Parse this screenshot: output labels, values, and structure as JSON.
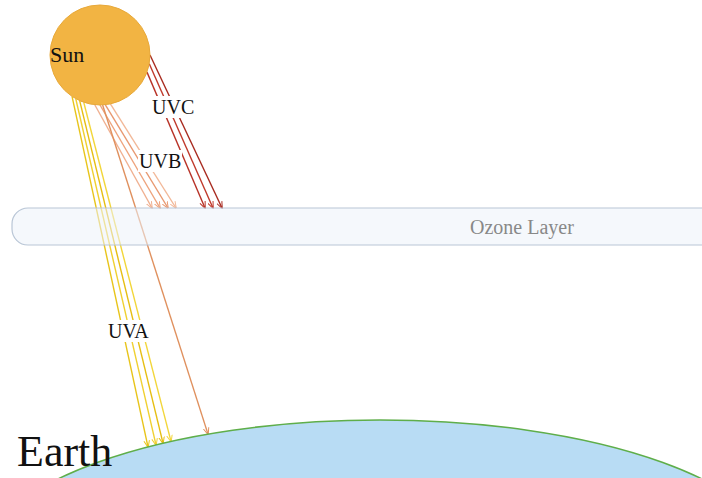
{
  "diagram": {
    "nodes": [
      {
        "text": [
          "Sun"
        ]
      },
      {
        "text": [
          "Ozone Layer"
        ]
      },
      {
        "text": [
          "Earth"
        ]
      }
    ],
    "edges": [
      {
        "from": 0,
        "to": 1,
        "arrow": "to"
      },
      {
        "from": 0,
        "to": 1,
        "arrow": "to"
      },
      {
        "from": 0,
        "to": 1,
        "arrow": "to"
      },
      {
        "from": 0,
        "to": 1,
        "arrow": "to"
      },
      {
        "from": 0,
        "to": 1,
        "arrow": "to"
      },
      {
        "from": 0,
        "to": 1,
        "arrow": "to"
      },
      {
        "from": 0,
        "to": 1,
        "arrow": "to"
      },
      {
        "from": 0,
        "to": 2,
        "arrow": "to"
      },
      {
        "from": 0,
        "to": 2,
        "arrow": "to"
      },
      {
        "from": 0,
        "to": 2,
        "arrow": "to"
      },
      {
        "from": 0,
        "to": 2,
        "arrow": "to"
      },
      {
        "from": 0,
        "to": 2,
        "arrow": "to"
      }
    ],
    "labels": [
      "UVC",
      "UVB",
      "UVA"
    ]
  }
}
